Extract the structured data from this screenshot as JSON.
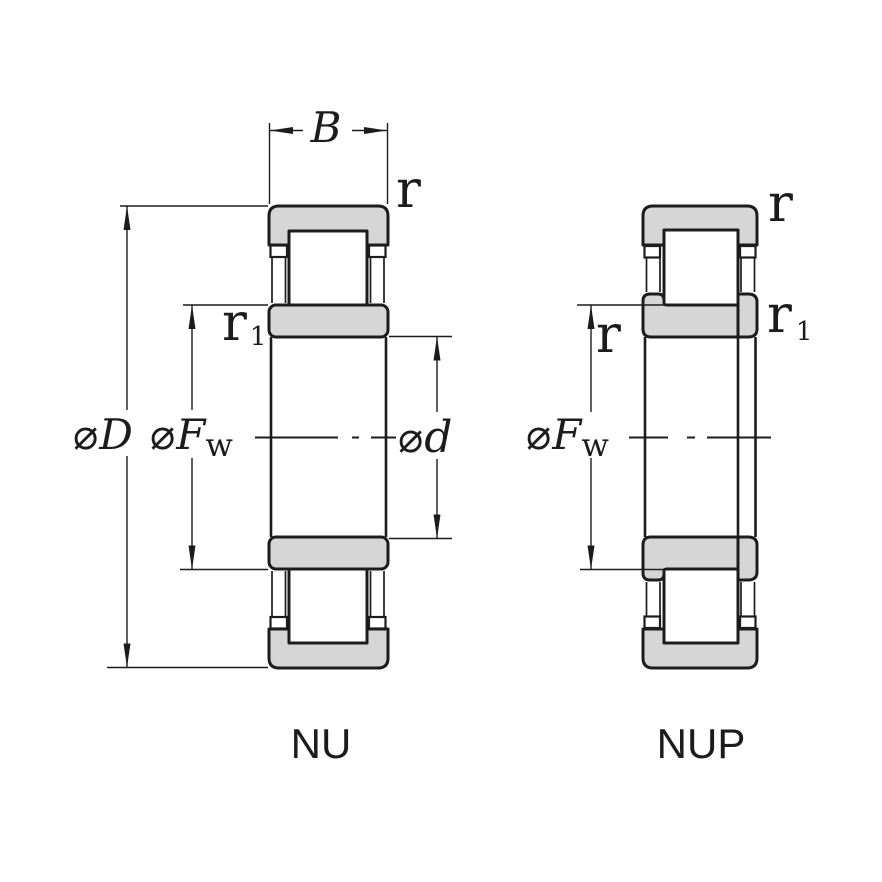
{
  "colors": {
    "ring_fill": "#d6d6d6",
    "line": "#1c1c1c",
    "background": "#ffffff"
  },
  "nu": {
    "caption": "NU",
    "labels": {
      "width": "B",
      "outer_chamfer": "r",
      "inner_chamfer": {
        "base": "r",
        "sub": "1"
      },
      "outer_diameter": {
        "phi": "⌀",
        "base": "D"
      },
      "raceway_diameter": {
        "phi": "⌀",
        "base": "F",
        "sub": "w"
      },
      "bore_diameter": {
        "phi": "⌀",
        "base": "d"
      }
    }
  },
  "nup": {
    "caption": "NUP",
    "labels": {
      "outer_chamfer": "r",
      "inner_chamfer_left": "r",
      "inner_chamfer_right": {
        "base": "r",
        "sub": "1"
      },
      "raceway_diameter": {
        "phi": "⌀",
        "base": "F",
        "sub": "w"
      }
    }
  }
}
